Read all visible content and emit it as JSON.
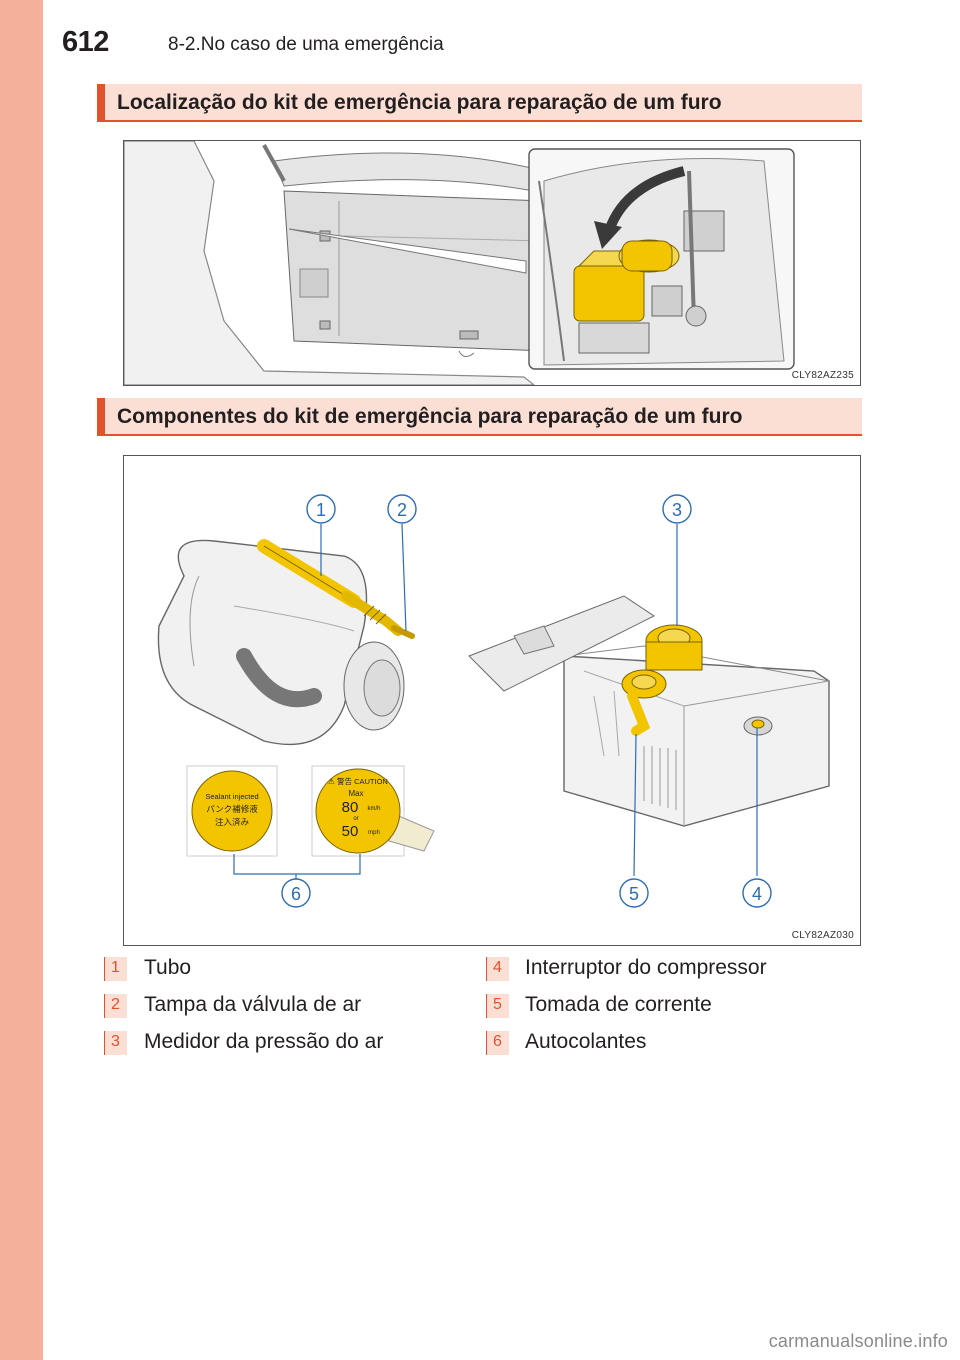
{
  "page": {
    "number": "612",
    "running_head": "8-2.No caso de uma emergência"
  },
  "section1": {
    "title": "Localização do kit de emergência para reparação de um furo",
    "figure_code": "CLY82AZ235"
  },
  "section2": {
    "title": "Componentes do kit de emergência para reparação de um furo",
    "figure_code": "CLY82AZ030",
    "callouts": [
      "1",
      "2",
      "3",
      "4",
      "5",
      "6"
    ],
    "sticker_sealant": {
      "line1": "Sealant injected",
      "line2": "パンク補修液",
      "line3": "注入済み"
    },
    "sticker_speed": {
      "warning": "⚠ 警告 CAUTION",
      "max": "Max",
      "kmh_value": "80",
      "kmh_unit": "km/h",
      "or": "or",
      "mph_value": "50",
      "mph_unit": "mph"
    }
  },
  "legend": [
    {
      "num": "1",
      "label": "Tubo"
    },
    {
      "num": "2",
      "label": "Tampa da válvula de ar"
    },
    {
      "num": "3",
      "label": "Medidor da pressão do ar"
    },
    {
      "num": "4",
      "label": "Interruptor do compressor"
    },
    {
      "num": "5",
      "label": "Tomada de corrente"
    },
    {
      "num": "6",
      "label": "Autocolantes"
    }
  ],
  "watermark": "carmanualsonline.info",
  "colors": {
    "accent": "#e2532b",
    "header_fill": "#fbdfd5",
    "side_band": "#f4b09a",
    "callout": "#2c6db3",
    "kit_yellow": "#f2c500"
  }
}
